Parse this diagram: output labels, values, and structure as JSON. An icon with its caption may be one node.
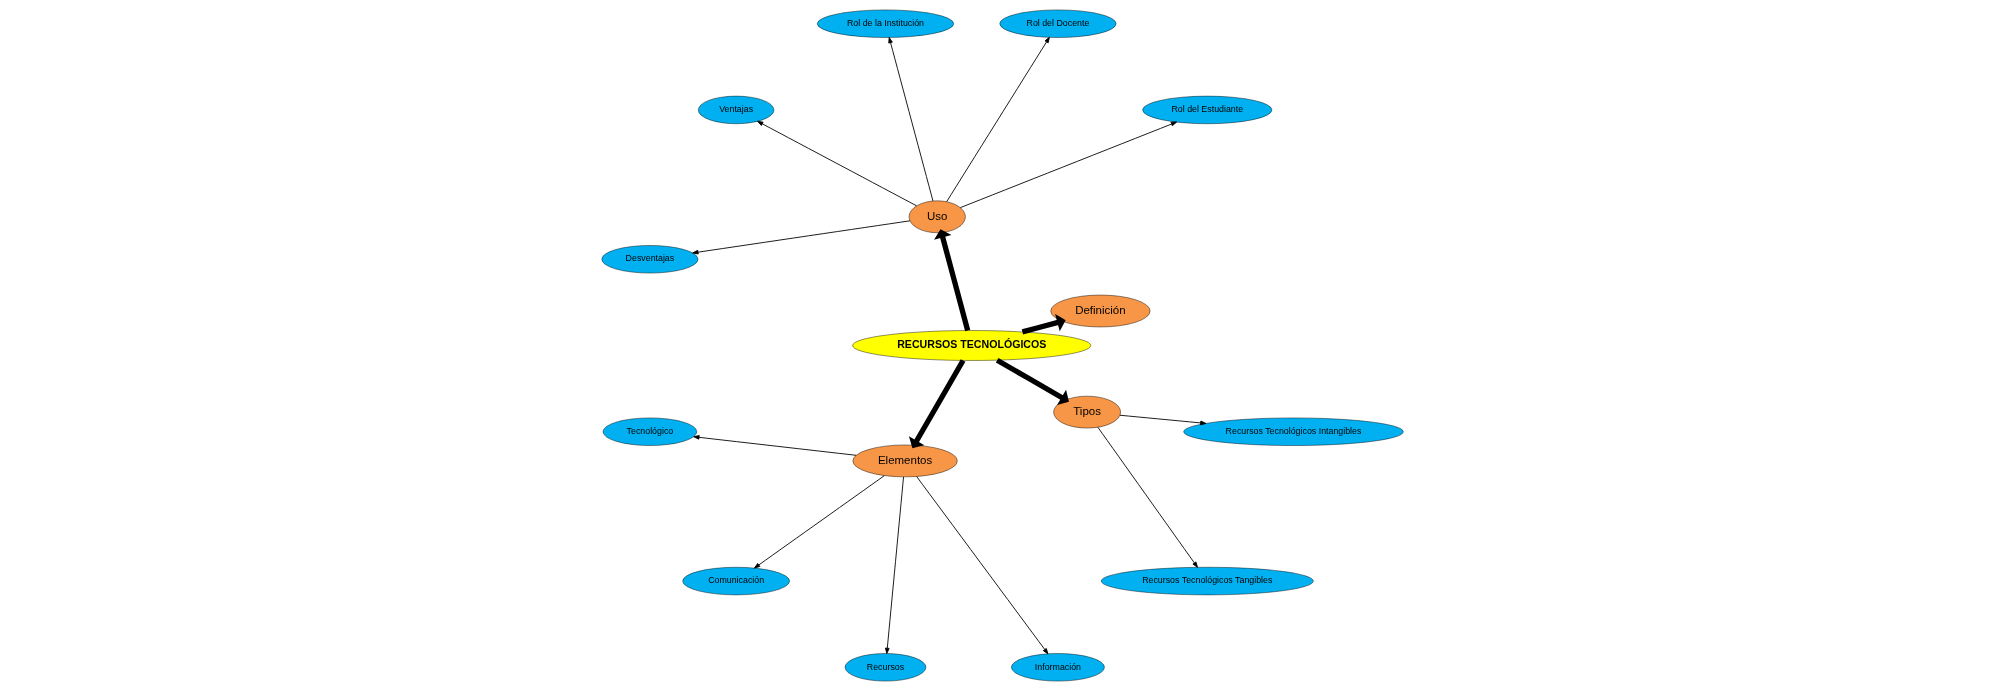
{
  "diagram": {
    "nodes": [
      {
        "text": [
          "RECURSOS TECNOLÓGICOS"
        ]
      },
      {
        "text": [
          "Definición"
        ]
      },
      {
        "text": [
          "Uso"
        ]
      },
      {
        "text": [
          "Elementos"
        ]
      },
      {
        "text": [
          "Tipos"
        ]
      },
      {
        "text": [
          "Rol del Estudiante"
        ]
      },
      {
        "text": [
          "Rol del Docente"
        ]
      },
      {
        "text": [
          "Rol de la Institución"
        ]
      },
      {
        "text": [
          "Ventajas"
        ]
      },
      {
        "text": [
          "Desventajas"
        ]
      },
      {
        "text": [
          "Tecnológico"
        ]
      },
      {
        "text": [
          "Comunicación"
        ]
      },
      {
        "text": [
          "Recursos"
        ]
      },
      {
        "text": [
          "Información"
        ]
      },
      {
        "text": [
          "Recursos Tecnológicos Tangibles"
        ]
      },
      {
        "text": [
          "Recursos Tecnológicos Intangibles"
        ]
      }
    ],
    "edges": [
      {
        "from": 0,
        "to": 1,
        "arrow": "to",
        "style": "thick"
      },
      {
        "from": 0,
        "to": 2,
        "arrow": "to",
        "style": "thick"
      },
      {
        "from": 0,
        "to": 3,
        "arrow": "to",
        "style": "thick"
      },
      {
        "from": 0,
        "to": 4,
        "arrow": "to",
        "style": "thick"
      },
      {
        "from": 2,
        "to": 5,
        "arrow": "to"
      },
      {
        "from": 2,
        "to": 6,
        "arrow": "to"
      },
      {
        "from": 2,
        "to": 7,
        "arrow": "to"
      },
      {
        "from": 2,
        "to": 8,
        "arrow": "to"
      },
      {
        "from": 2,
        "to": 9,
        "arrow": "to"
      },
      {
        "from": 3,
        "to": 10,
        "arrow": "to"
      },
      {
        "from": 3,
        "to": 11,
        "arrow": "to"
      },
      {
        "from": 3,
        "to": 12,
        "arrow": "to"
      },
      {
        "from": 3,
        "to": 13,
        "arrow": "to"
      },
      {
        "from": 4,
        "to": 14,
        "arrow": "to"
      },
      {
        "from": 4,
        "to": 15,
        "arrow": "to"
      }
    ]
  }
}
